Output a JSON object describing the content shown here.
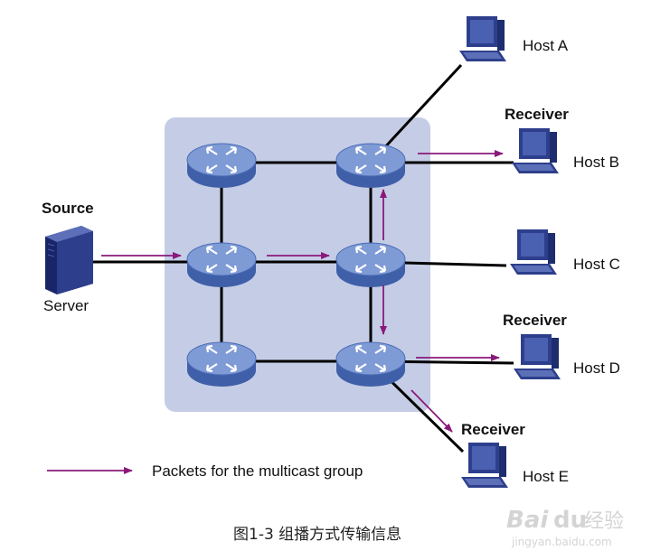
{
  "labels": {
    "source": "Source",
    "server": "Server",
    "host_a": "Host A",
    "host_b": "Host B",
    "host_c": "Host C",
    "host_d": "Host D",
    "host_e": "Host E",
    "receiver_b": "Receiver",
    "receiver_d": "Receiver",
    "receiver_e": "Receiver"
  },
  "legend": {
    "text": "Packets for the multicast group"
  },
  "caption": "图1-3  组播方式传输信息",
  "watermark": {
    "brand": "Bai",
    "brand2": "du",
    "cn": "经验",
    "url": "jingyan.baidu.com"
  },
  "colors": {
    "arrow": "#8a1a7a",
    "router_body": "#5a7bc0",
    "router_top": "#7f9bd6",
    "network_bg": "#c5cde6",
    "host": "#2d3f8c",
    "server": "#24307a",
    "link": "#000000"
  },
  "icons": {
    "router": "router-icon",
    "host": "computer-icon",
    "server": "server-icon"
  }
}
